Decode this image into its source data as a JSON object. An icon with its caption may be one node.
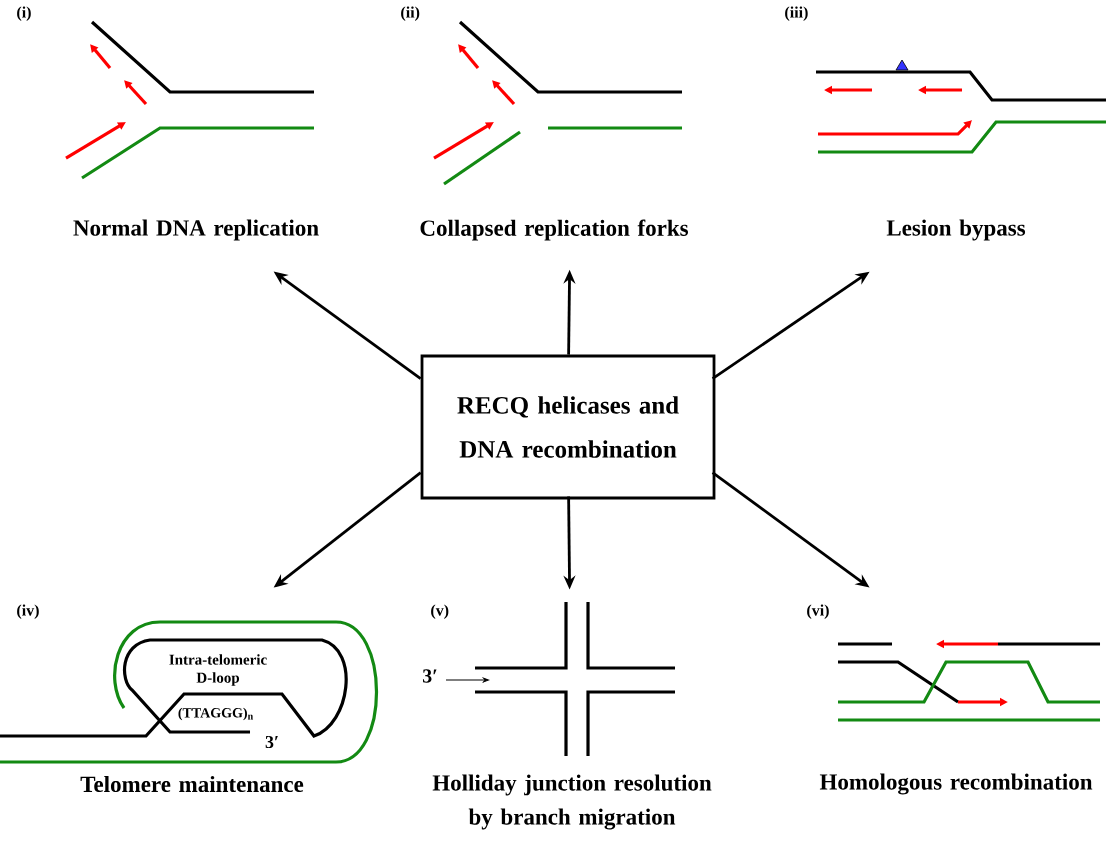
{
  "diagram": {
    "nodes": [
      {
        "text": [
          "RECQ helicases and DNA recombination"
        ]
      },
      {
        "text": [
          "(i)",
          "Normal DNA replication"
        ]
      },
      {
        "text": [
          "(ii)",
          "Collapsed replication forks"
        ]
      },
      {
        "text": [
          "(iii)",
          "Lesion bypass"
        ]
      },
      {
        "text": [
          "(iv)",
          "Telomere maintenance"
        ]
      },
      {
        "text": [
          "(v)",
          "Holliday junction resolution by branch migration"
        ]
      },
      {
        "text": [
          "(vi)",
          "Homologous recombination"
        ]
      }
    ],
    "edges": [
      {
        "from": 0,
        "to": 1,
        "arrow": "to"
      },
      {
        "from": 0,
        "to": 2,
        "arrow": "to"
      },
      {
        "from": 0,
        "to": 3,
        "arrow": "to"
      },
      {
        "from": 0,
        "to": 4,
        "arrow": "to"
      },
      {
        "from": 0,
        "to": 5,
        "arrow": "to"
      },
      {
        "from": 0,
        "to": 6,
        "arrow": "to"
      }
    ],
    "labels": [
      "Intra-telomeric D-loop",
      "(TTAGGG)$_{n}$",
      "3′",
      "3′"
    ]
  }
}
